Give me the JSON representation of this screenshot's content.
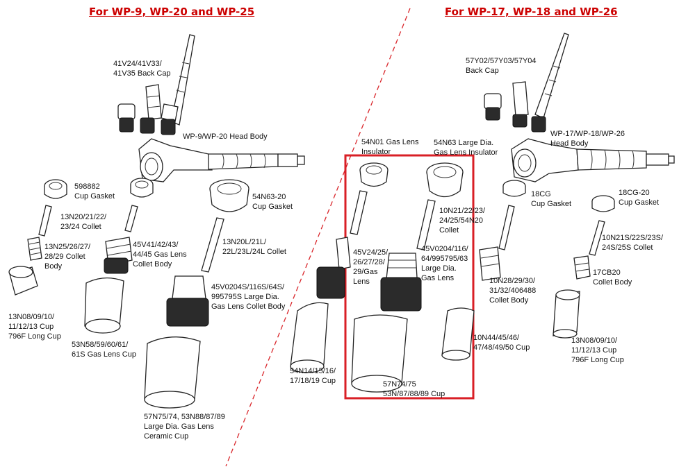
{
  "colors": {
    "heading": "#cc0000",
    "divider": "#d9262b",
    "highlight": "#d91f26",
    "ink": "#222222"
  },
  "headings": {
    "left": "For  WP-9, WP-20 and WP-25",
    "right": "For  WP-17, WP-18 and WP-26"
  },
  "labels": {
    "back_cap_left": [
      "41V24/41V33/",
      "41V35 Back Cap"
    ],
    "head_body_left": [
      "WP-9/WP-20 Head Body"
    ],
    "cup_gasket_598882": [
      "598882",
      "Cup Gasket"
    ],
    "collet_13n20": [
      "13N20/21/22/",
      "23/24 Collet"
    ],
    "collet_body_13n25": [
      "13N25/26/27/",
      "28/29 Collet",
      "Body"
    ],
    "cup_13n08_left": [
      "13N08/09/10/",
      "11/12/13 Cup",
      "796F Long  Cup"
    ],
    "gas_lens_45v41": [
      "45V41/42/43/",
      "44/45 Gas Lens",
      "Collet Body"
    ],
    "gas_lens_cup_53n58": [
      "53N58/59/60/61/",
      "61S  Gas Lens  Cup"
    ],
    "cup_gasket_54n63_20": [
      "54N63-20",
      "Cup Gasket"
    ],
    "large_collet_13n20l": [
      "13N20L/21L/",
      "22L/23L/24L Collet"
    ],
    "large_gas_lens_body_left": [
      "45V0204S/116S/64S/",
      "995795S Large Dia.",
      "Gas Lens Collet Body"
    ],
    "ceramic_cup_57n75": [
      "57N75/74, 53N88/87/89",
      "Large Dia. Gas Lens",
      "Ceramic Cup"
    ],
    "insulator_54n01": [
      "54N01 Gas Lens",
      "Insulator"
    ],
    "insulator_54n63": [
      "54N63 Large Dia.",
      "Gas Lens Insulator"
    ],
    "collet_10n21": [
      "10N21/22/23/",
      "24/25/54N20",
      "Collet"
    ],
    "gas_lens_45v24": [
      "45V24/25/",
      "26/27/28/",
      "29/Gas",
      "Lens"
    ],
    "large_gas_lens_45v0204": [
      "45V0204/116/",
      "64/995795/63",
      "Large Dia.",
      "Gas Lens"
    ],
    "cup_54n14": [
      "54N14/15/16/",
      "17/18/19 Cup"
    ],
    "cup_57n74": [
      "57N74/75",
      "53N/87/88/89 Cup"
    ],
    "back_cap_right": [
      "57Y02/57Y03/57Y04",
      "Back Cap"
    ],
    "head_body_right": [
      "WP-17/WP-18/WP-26",
      "Head Body"
    ],
    "cup_gasket_18cg": [
      "18CG",
      "Cup Gasket"
    ],
    "cup_gasket_18cg20": [
      "18CG-20",
      "Cup Gasket"
    ],
    "collet_10n21s": [
      "10N21S/22S/23S/",
      "24S/25S Collet"
    ],
    "collet_body_17cb20": [
      "17CB20",
      "Collet Body"
    ],
    "collet_body_10n28": [
      "10N28/29/30/",
      "31/32/406488",
      "Collet Body"
    ],
    "cup_10n44": [
      "10N44/45/46/",
      "47/48/49/50 Cup"
    ],
    "cup_13n08_right": [
      "13N08/09/10/",
      "11/12/13 Cup",
      "796F Long  Cup"
    ]
  }
}
